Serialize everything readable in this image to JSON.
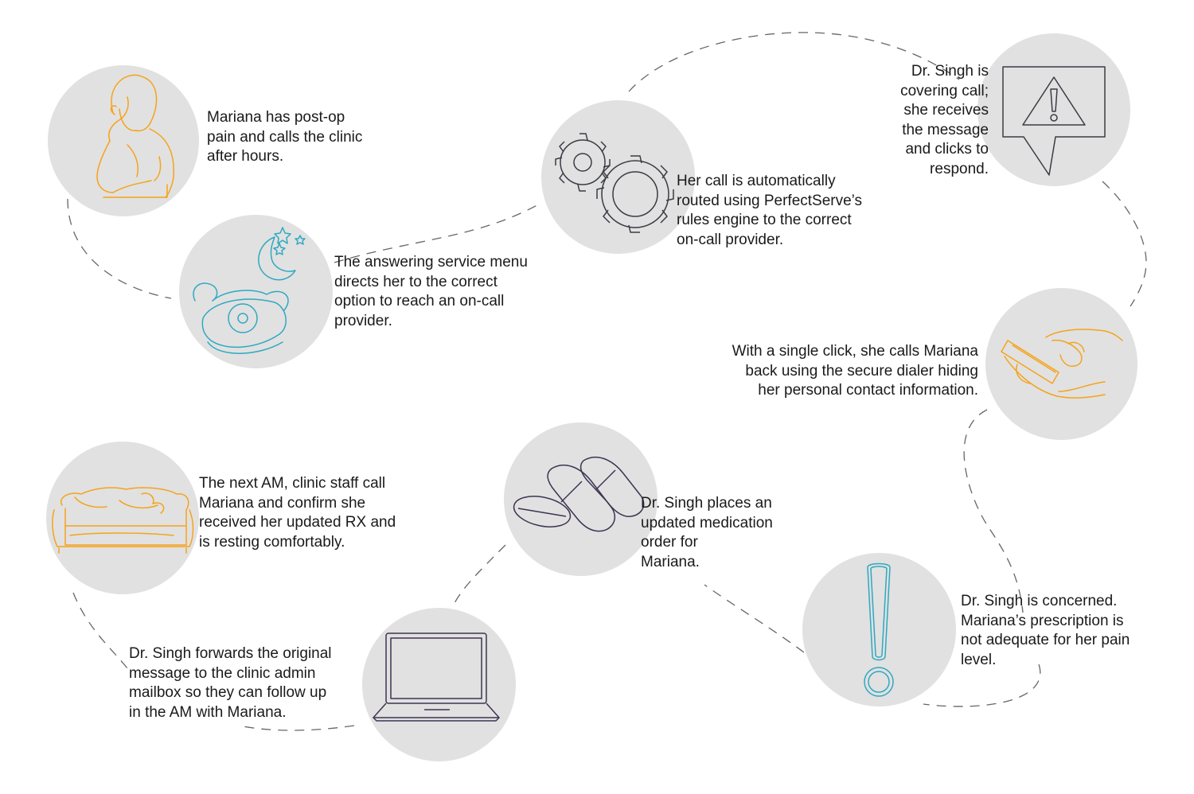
{
  "steps": [
    {
      "id": "post-op-call",
      "icon": "woman-on-phone-icon",
      "color": "#f5a31b",
      "text": "Mariana has post-op\npain and calls the clinic\nafter hours."
    },
    {
      "id": "answering-service",
      "icon": "rotary-phone-moon-icon",
      "color": "#2ea9c0",
      "text": "The answering service menu\ndirects her to the correct\noption to reach an on-call\nprovider."
    },
    {
      "id": "auto-routing",
      "icon": "gears-icon",
      "color": "#3a3c44",
      "text": "Her call is automatically\nrouted using PerfectServe’s\nrules engine to the correct\non-call provider."
    },
    {
      "id": "covering-call",
      "icon": "alert-message-icon",
      "color": "#3a3c44",
      "text": "Dr. Singh is\ncovering call;\nshe receives\nthe message\nand clicks to\nrespond."
    },
    {
      "id": "secure-dialer",
      "icon": "hand-phone-icon",
      "color": "#f5a31b",
      "text": "With a single click, she calls Mariana\nback using the secure dialer hiding\nher personal contact information."
    },
    {
      "id": "concerned",
      "icon": "exclamation-icon",
      "color": "#2ea9c0",
      "text": "Dr. Singh is concerned.\nMariana’s prescription is\nnot adequate for her pain\nlevel."
    },
    {
      "id": "medication-order",
      "icon": "pills-icon",
      "color": "#3d3452",
      "text": "Dr. Singh places an\nupdated medication\norder for\nMariana."
    },
    {
      "id": "forward-message",
      "icon": "laptop-icon",
      "color": "#3d3452",
      "text": "Dr. Singh forwards the original\nmessage to the clinic admin\nmailbox so they can follow up\nin the AM with Mariana."
    },
    {
      "id": "next-am-followup",
      "icon": "sofa-icon",
      "color": "#f5a31b",
      "text": "The next AM, clinic staff call\nMariana and confirm she\nreceived her updated RX and\nis resting comfortably."
    }
  ]
}
